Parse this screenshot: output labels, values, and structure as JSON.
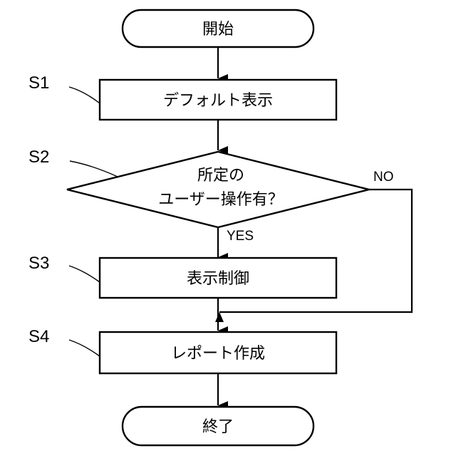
{
  "flowchart": {
    "start": {
      "label": "開始"
    },
    "s1": {
      "step": "S1",
      "label": "デフォルト表示"
    },
    "s2": {
      "step": "S2",
      "label_line1": "所定の",
      "label_line2": "ユーザー操作有？",
      "yes": "YES",
      "no": "NO"
    },
    "s3": {
      "step": "S3",
      "label": "表示制御"
    },
    "s4": {
      "step": "S4",
      "label": "レポート作成"
    },
    "end": {
      "label": "終了"
    }
  }
}
